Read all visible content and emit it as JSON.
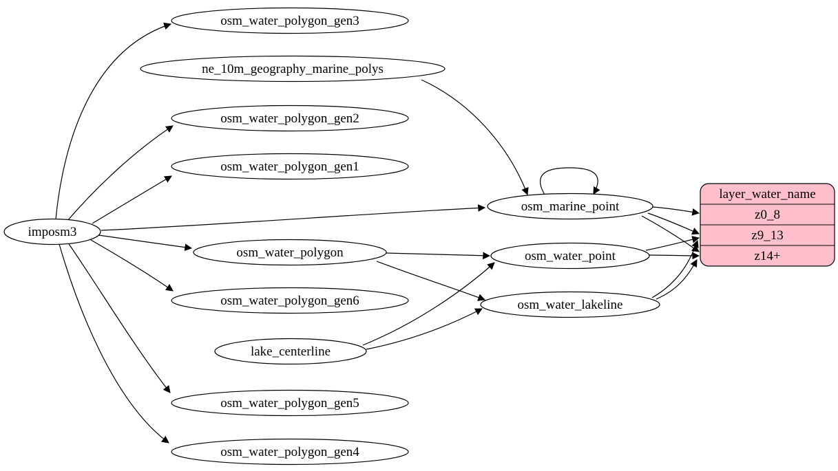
{
  "diagram_type": "etl-dependency-graph",
  "colors": {
    "background": "#ffffff",
    "node_fill": "#ffffff",
    "node_stroke": "#000000",
    "edge_color": "#000000",
    "record_fill": "#ffc0cb",
    "record_stroke": "#000000"
  },
  "nodes": {
    "imposm3": {
      "label": "imposm3"
    },
    "osm_water_polygon_gen3": {
      "label": "osm_water_polygon_gen3"
    },
    "ne_10m_geography_marine_polys": {
      "label": "ne_10m_geography_marine_polys"
    },
    "osm_water_polygon_gen2": {
      "label": "osm_water_polygon_gen2"
    },
    "osm_water_polygon_gen1": {
      "label": "osm_water_polygon_gen1"
    },
    "osm_water_polygon": {
      "label": "osm_water_polygon"
    },
    "osm_water_polygon_gen6": {
      "label": "osm_water_polygon_gen6"
    },
    "lake_centerline": {
      "label": "lake_centerline"
    },
    "osm_water_polygon_gen5": {
      "label": "osm_water_polygon_gen5"
    },
    "osm_water_polygon_gen4": {
      "label": "osm_water_polygon_gen4"
    },
    "osm_marine_point": {
      "label": "osm_marine_point"
    },
    "osm_water_point": {
      "label": "osm_water_point"
    },
    "osm_water_lakeline": {
      "label": "osm_water_lakeline"
    }
  },
  "record": {
    "title": "layer_water_name",
    "rows": [
      "z0_8",
      "z9_13",
      "z14+"
    ]
  },
  "edges": [
    {
      "from": "imposm3",
      "to": "osm_water_polygon_gen3"
    },
    {
      "from": "imposm3",
      "to": "osm_water_polygon_gen2"
    },
    {
      "from": "imposm3",
      "to": "osm_water_polygon_gen1"
    },
    {
      "from": "imposm3",
      "to": "osm_marine_point"
    },
    {
      "from": "imposm3",
      "to": "osm_water_polygon"
    },
    {
      "from": "imposm3",
      "to": "osm_water_polygon_gen6"
    },
    {
      "from": "imposm3",
      "to": "osm_water_polygon_gen5"
    },
    {
      "from": "imposm3",
      "to": "osm_water_polygon_gen4"
    },
    {
      "from": "ne_10m_geography_marine_polys",
      "to": "osm_marine_point"
    },
    {
      "from": "osm_marine_point",
      "to": "osm_marine_point"
    },
    {
      "from": "osm_water_polygon",
      "to": "osm_water_point"
    },
    {
      "from": "osm_water_polygon",
      "to": "osm_water_lakeline"
    },
    {
      "from": "lake_centerline",
      "to": "osm_water_point"
    },
    {
      "from": "lake_centerline",
      "to": "osm_water_lakeline"
    },
    {
      "from": "osm_marine_point",
      "to": "layer_water_name:z0_8"
    },
    {
      "from": "osm_marine_point",
      "to": "layer_water_name:z9_13"
    },
    {
      "from": "osm_marine_point",
      "to": "layer_water_name:z14+"
    },
    {
      "from": "osm_water_point",
      "to": "layer_water_name:z9_13"
    },
    {
      "from": "osm_water_point",
      "to": "layer_water_name:z14+"
    },
    {
      "from": "osm_water_lakeline",
      "to": "layer_water_name:z9_13"
    },
    {
      "from": "osm_water_lakeline",
      "to": "layer_water_name:z14+"
    }
  ]
}
